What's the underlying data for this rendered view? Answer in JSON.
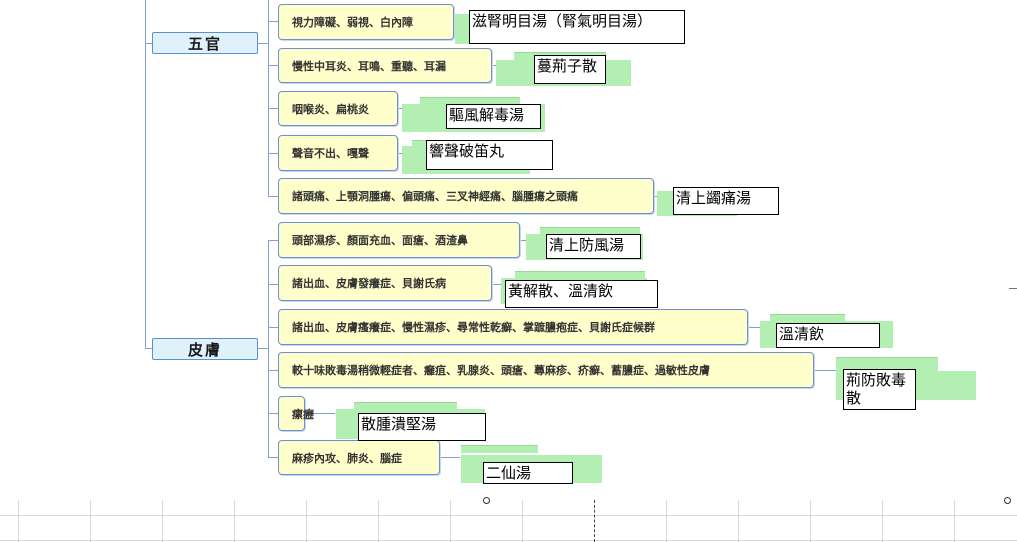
{
  "categories": [
    {
      "id": "facial",
      "label": "五官"
    },
    {
      "id": "skin",
      "label": "皮膚"
    }
  ],
  "symptoms": [
    {
      "label": "視力障礙、弱視、白內障",
      "remedy": "滋腎明目湯（腎氣明目湯）"
    },
    {
      "label": "慢性中耳炎、耳鳴、重聽、耳漏",
      "remedy": "蔓荊子散"
    },
    {
      "label": "咽喉炎、扁桃炎",
      "remedy": "驅風解毒湯"
    },
    {
      "label": "聲音不出、嘎聲",
      "remedy": "響聲破笛丸"
    },
    {
      "label": "諸頭痛、上顎洞腫瘍、偏頭痛、三叉神經痛、腦腫瘍之頭痛",
      "remedy": "清上蠲痛湯"
    },
    {
      "label": "頭部濕疹、顏面充血、面瘡、酒渣鼻",
      "remedy": "清上防風湯"
    },
    {
      "label": "諸出血、皮膚發癢症、貝謝氏病",
      "remedy": "黃解散、溫清飲"
    },
    {
      "label": "諸出血、皮膚瘙癢症、慢性濕疹、尋常性乾癬、掌蹠膿疱症、貝謝氏症候群",
      "remedy": "溫清飲"
    },
    {
      "label": "較十味敗毒湯稍微輕症者、癰疽、乳腺炎、頭瘡、蕁麻疹、疥癬、蓄膿症、過敏性皮膚",
      "remedy": "荊防敗毒散"
    },
    {
      "label": "瘰癧",
      "remedy": "散腫潰堅湯"
    },
    {
      "label": "麻疹內攻、肺炎、腦症",
      "remedy": "二仙湯"
    }
  ]
}
